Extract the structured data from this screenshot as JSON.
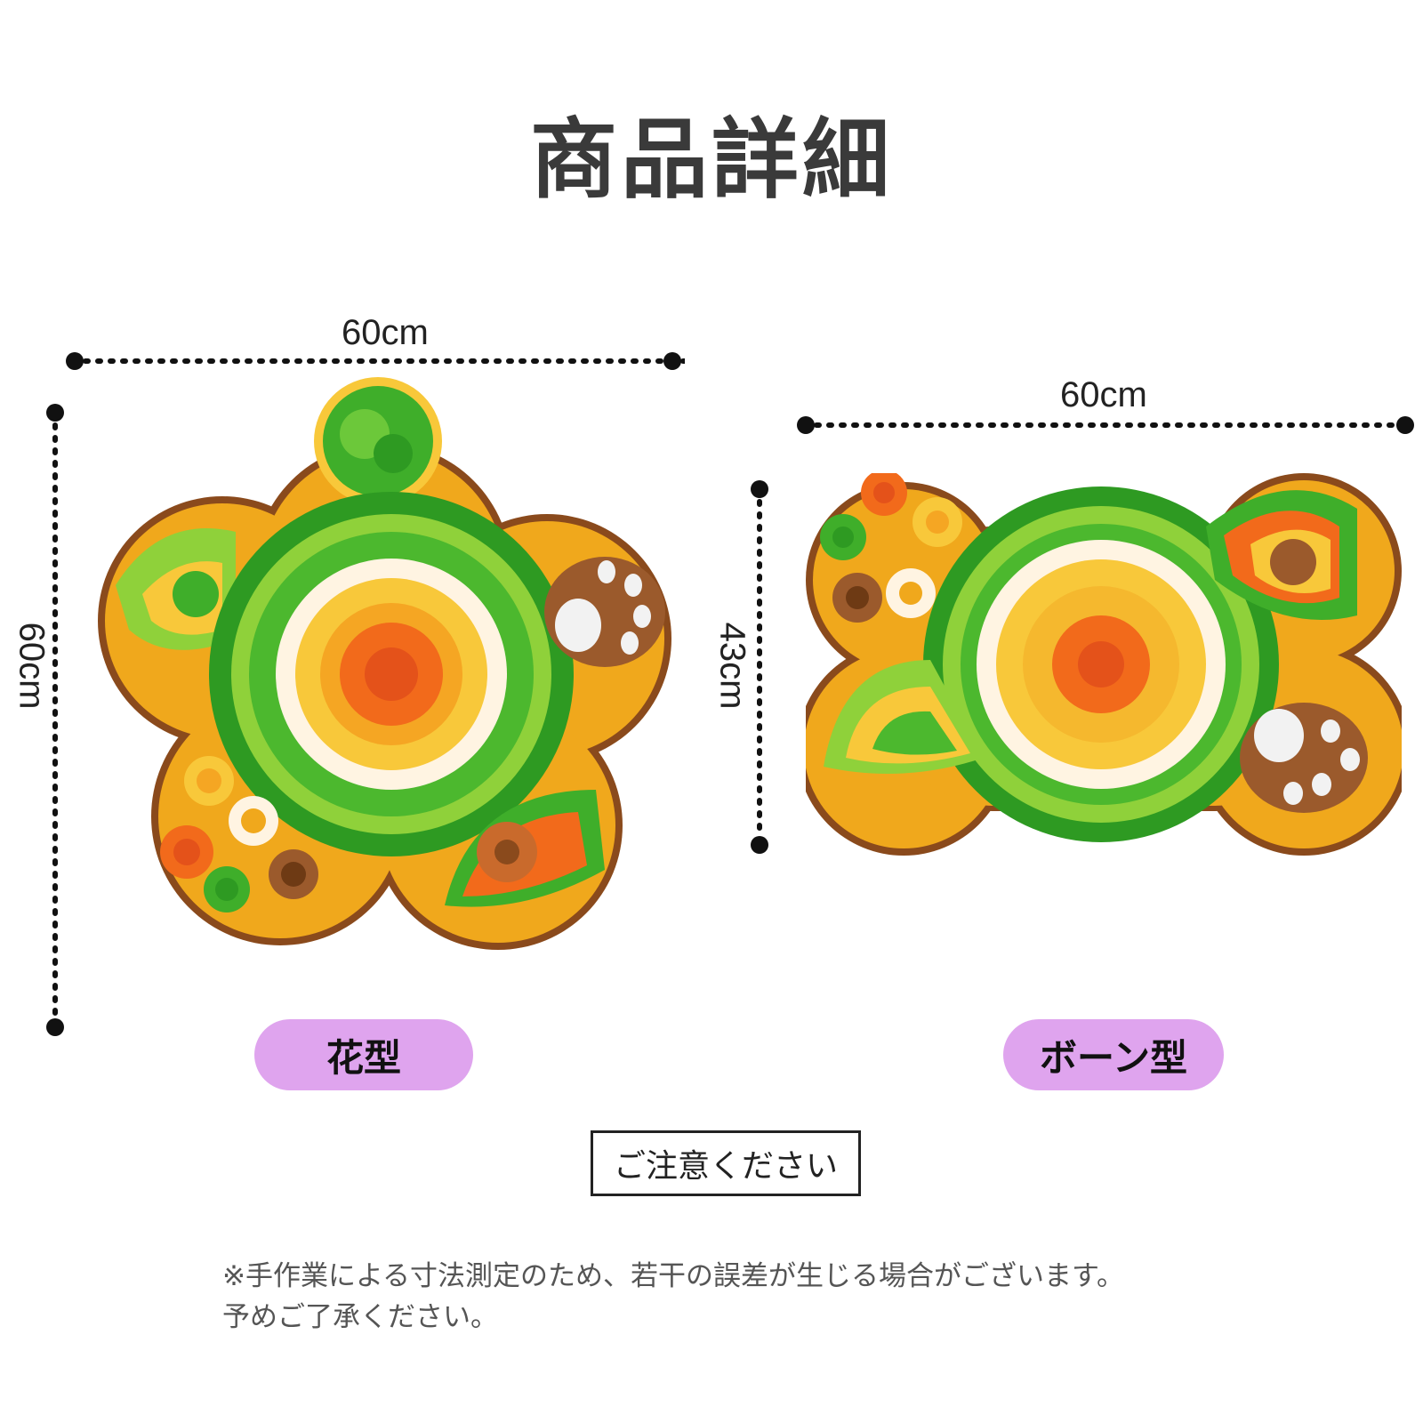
{
  "page": {
    "title": "商品詳細"
  },
  "products": [
    {
      "name": "花型",
      "width_label": "60cm",
      "height_label": "60cm"
    },
    {
      "name": "ボーン型",
      "width_label": "60cm",
      "height_label": "43cm"
    }
  ],
  "notice": {
    "heading": "ご注意ください",
    "lines": [
      "※手作業による寸法測定のため、若干の誤差が生じる場合がございます。",
      "予めご了承ください。"
    ]
  },
  "colors": {
    "base_mustard": "#f0a81c",
    "rim_brown": "#8a4a1c",
    "leaf_green": "#3fae2a",
    "light_green": "#8fd13a",
    "orange": "#f26a1b",
    "yellow": "#f8c83a",
    "cream": "#fff4e2",
    "paw_brown": "#9b5a2c",
    "pill_purple": "#dfa4ee"
  }
}
